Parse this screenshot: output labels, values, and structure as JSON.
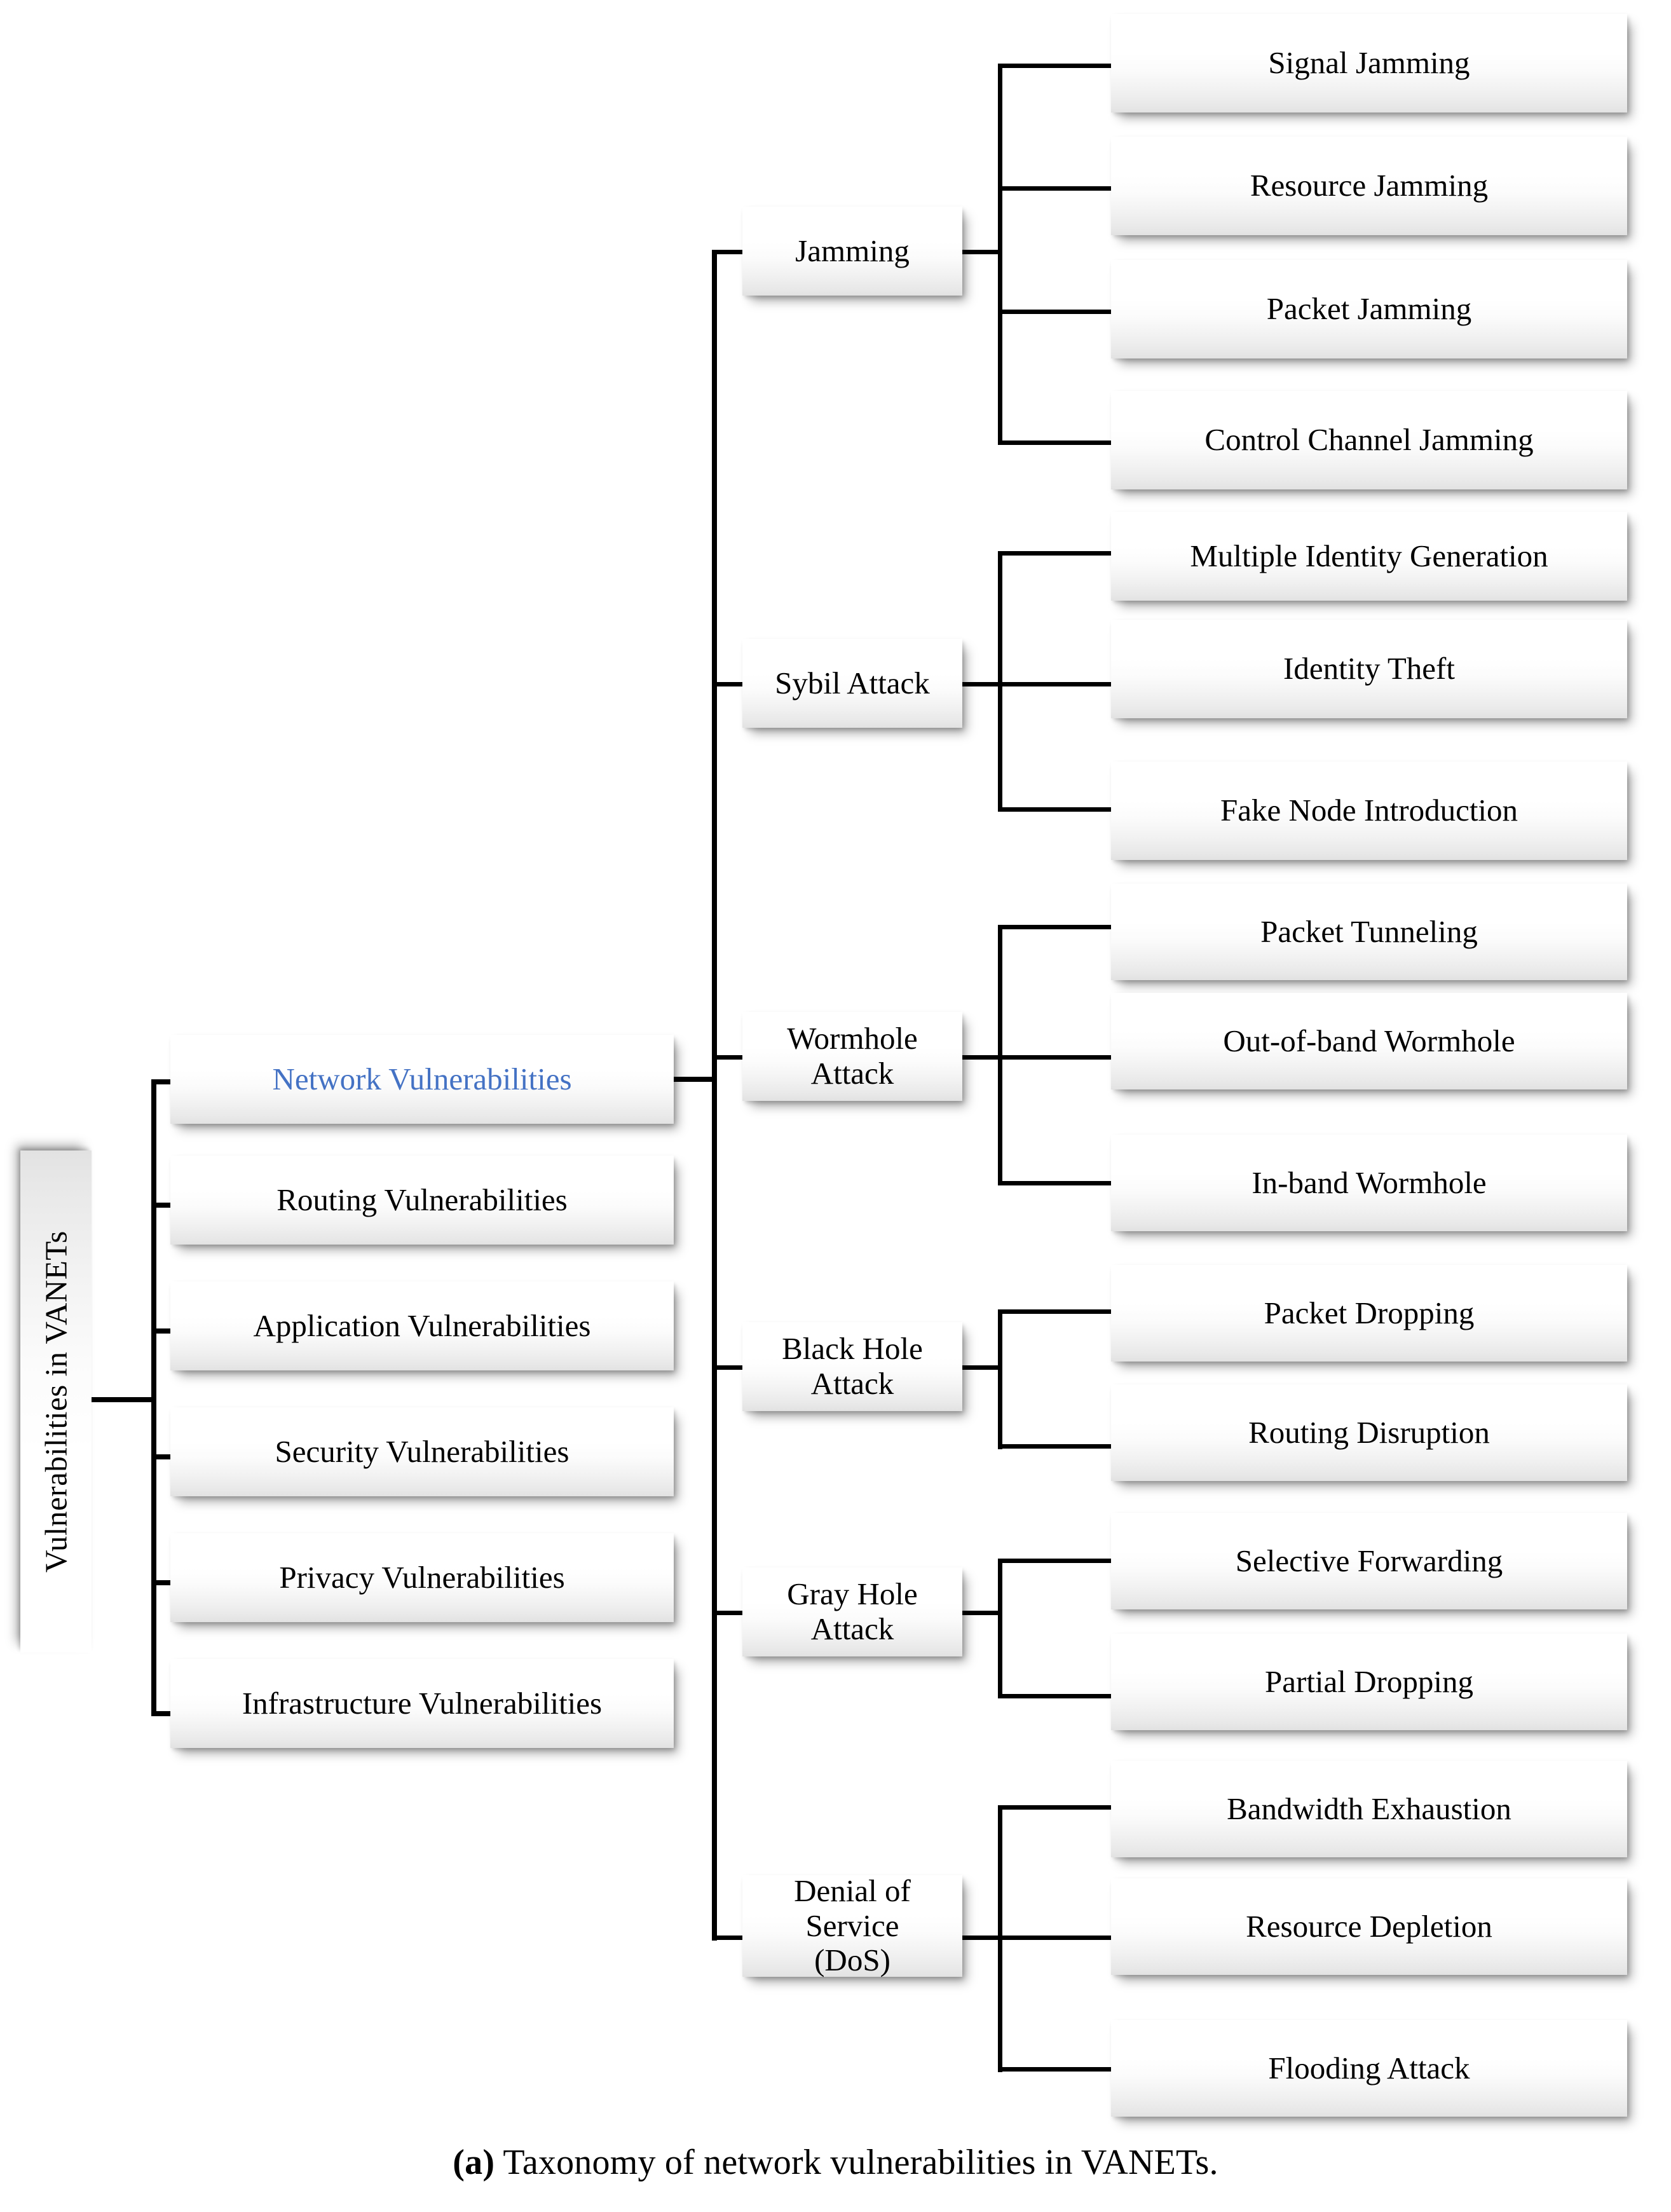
{
  "figure": {
    "caption_lead": "(a)",
    "caption_text": " Taxonomy of network vulnerabilities in VANETs.",
    "accent_color": "#4472C4",
    "text_color": "#000000",
    "connector_color": "#000000",
    "background_color": "#ffffff"
  },
  "root": {
    "label": "Vulnerabilities in VANETs"
  },
  "level1": [
    {
      "label": "Network Vulnerabilities",
      "highlighted": true
    },
    {
      "label": "Routing Vulnerabilities",
      "highlighted": false
    },
    {
      "label": "Application Vulnerabilities",
      "highlighted": false
    },
    {
      "label": "Security Vulnerabilities",
      "highlighted": false
    },
    {
      "label": "Privacy Vulnerabilities",
      "highlighted": false
    },
    {
      "label": "Infrastructure Vulnerabilities",
      "highlighted": false
    }
  ],
  "level2": [
    {
      "label": "Jamming",
      "children": [
        "Signal Jamming",
        "Resource Jamming",
        "Packet Jamming",
        "Control Channel Jamming"
      ]
    },
    {
      "label": "Sybil Attack",
      "children": [
        "Multiple Identity Generation",
        "Identity Theft",
        "Fake Node Introduction"
      ]
    },
    {
      "label": "Wormhole Attack",
      "children": [
        "Packet Tunneling",
        "Out-of-band Wormhole",
        "In-band Wormhole"
      ]
    },
    {
      "label": "Black Hole Attack",
      "children": [
        "Packet Dropping",
        "Routing Disruption"
      ]
    },
    {
      "label": "Gray Hole Attack",
      "children": [
        "Selective Forwarding",
        "Partial Dropping"
      ]
    },
    {
      "label": "Denial of Service (DoS)",
      "label_line1": "Denial of Service",
      "label_line2": "(DoS)",
      "children": [
        "Bandwidth Exhaustion",
        "Resource Depletion",
        "Flooding Attack"
      ]
    }
  ]
}
